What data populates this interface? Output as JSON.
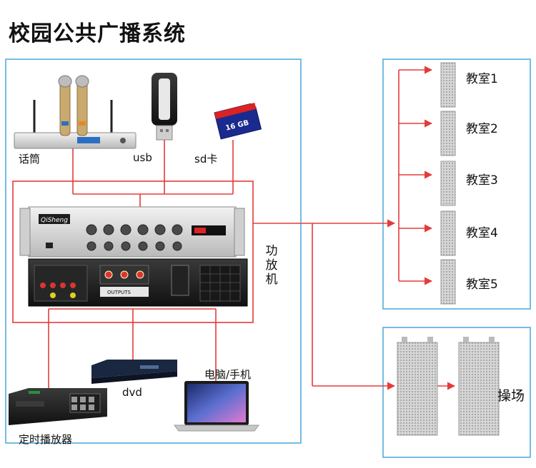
{
  "title": "校园公共广播系统",
  "sources": {
    "mic": "话筒",
    "usb": "usb",
    "sd": "sd卡",
    "dvd": "dvd",
    "pc": "电脑/手机",
    "timer": "定时播放器"
  },
  "amplifier": {
    "label": "功放机",
    "brand": "QiSheng",
    "panel_text": "OUTPUTS"
  },
  "usb_stick_text": "",
  "sd_card_text": "16 GB",
  "rooms": [
    "教室1",
    "教室2",
    "教室3",
    "教室4",
    "教室5"
  ],
  "playground": "操场",
  "colors": {
    "line": "#e53b3b",
    "frame": "#49a6dc"
  }
}
